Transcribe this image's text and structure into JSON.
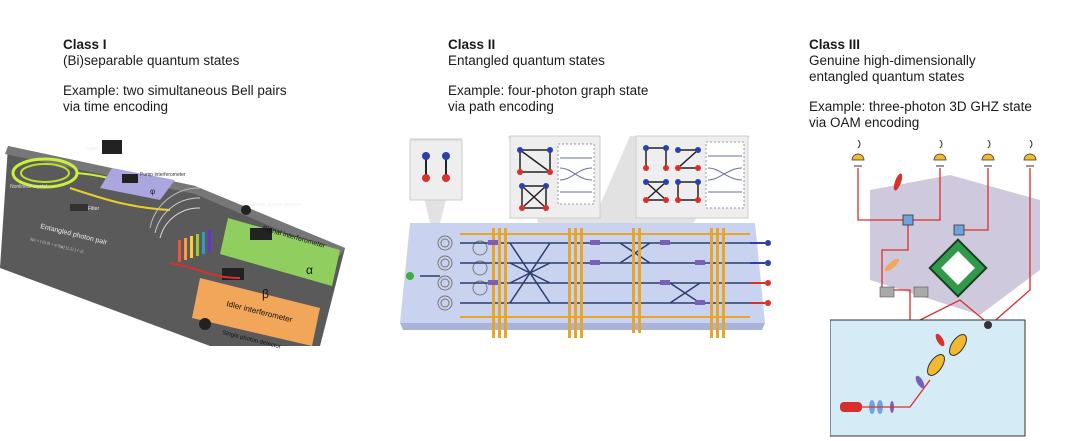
{
  "panels": [
    {
      "title": "Class I",
      "subtitle": [
        "(Bi)separable quantum states"
      ],
      "example": [
        "Example: two simultaneous Bell pairs",
        "via time encoding"
      ],
      "labels": {
        "laser": "Laser",
        "pump": "Pump interferometer",
        "filter": "Filter",
        "pulse_selector": "Nonlinear crystal",
        "entangled": "Entangled photon pair",
        "single_top": "Single photon detector",
        "signal": "Signal interferometer",
        "idler": "Idler interferometer",
        "single_bottom": "Single photon detector",
        "phi": "φ",
        "alpha": "α",
        "beta": "β"
      }
    },
    {
      "title": "Class II",
      "subtitle": [
        "Entangled quantum states"
      ],
      "example": [
        "Example: four-photon graph state",
        "via path encoding"
      ]
    },
    {
      "title": "Class III",
      "subtitle": [
        "Genuine high-dimensionally",
        "entangled quantum states"
      ],
      "example": [
        "Example: three-photon 3D GHZ state",
        "via OAM encoding"
      ]
    }
  ],
  "colors": {
    "board_dark": "#4a4a4a",
    "pump_box": "#a9a7de",
    "signal_box": "#8fce5f",
    "idler_box": "#f2a65a",
    "chip": "#c9d2ef",
    "waveguide": "#e7a52a",
    "photon_blue": "#2e3fa8",
    "photon_red": "#d8302a",
    "hexagon": "#cfc9dd",
    "beam_red": "#d8302a"
  }
}
